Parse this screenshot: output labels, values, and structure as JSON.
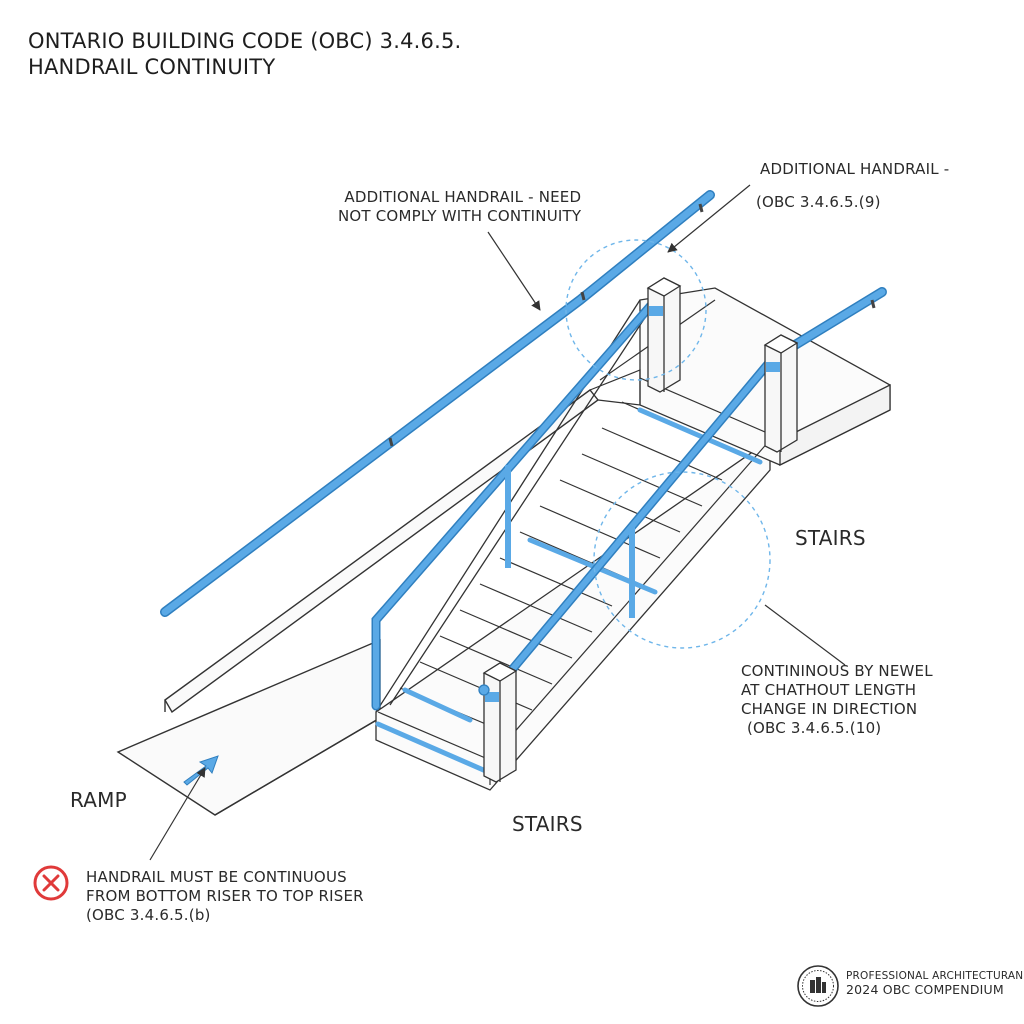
{
  "title": {
    "line1": "ONTARIO BUILDING CODE (OBC) 3.4.6.5.",
    "line2": "HANDRAIL CONTINUITY"
  },
  "labels": {
    "additional_left_1": "ADDITIONAL HANDRAIL - NEED",
    "additional_left_2": "NOT COMPLY WITH CONTINUITY",
    "additional_right_1": "ADDITIONAL HANDRAIL -",
    "additional_right_2": "(OBC 3.4.6.5.(9)",
    "stairs_upper": "STAIRS",
    "stairs_lower": "STAIRS",
    "ramp": "RAMP",
    "newel_1": "CONTININOUS BY NEWEL",
    "newel_2": "AT CHATHOUT LENGTH",
    "newel_3": "CHANGE IN DIRECTION",
    "newel_4": "(OBC 3.4.6.5.(10)",
    "rule_1": "HANDRAIL MUST BE CONTINUOUS",
    "rule_2": "FROM BOTTOM RISER TO TOP RISER",
    "rule_3": "(OBC 3.4.6.5.(b)"
  },
  "footer": {
    "line1": "PROFESSIONAL ARCHITECTURAN",
    "line2": "2024 OBC COMPENDIUM"
  },
  "colors": {
    "handrail": "#5aa9e6",
    "handrail_dark": "#2f7fbf",
    "line": "#333333",
    "highlight_circle": "#6fb6ea",
    "warning_red": "#e03a3a"
  },
  "icons": {
    "warning": "prohibited-circle-icon",
    "stamp": "compendium-seal-icon"
  }
}
